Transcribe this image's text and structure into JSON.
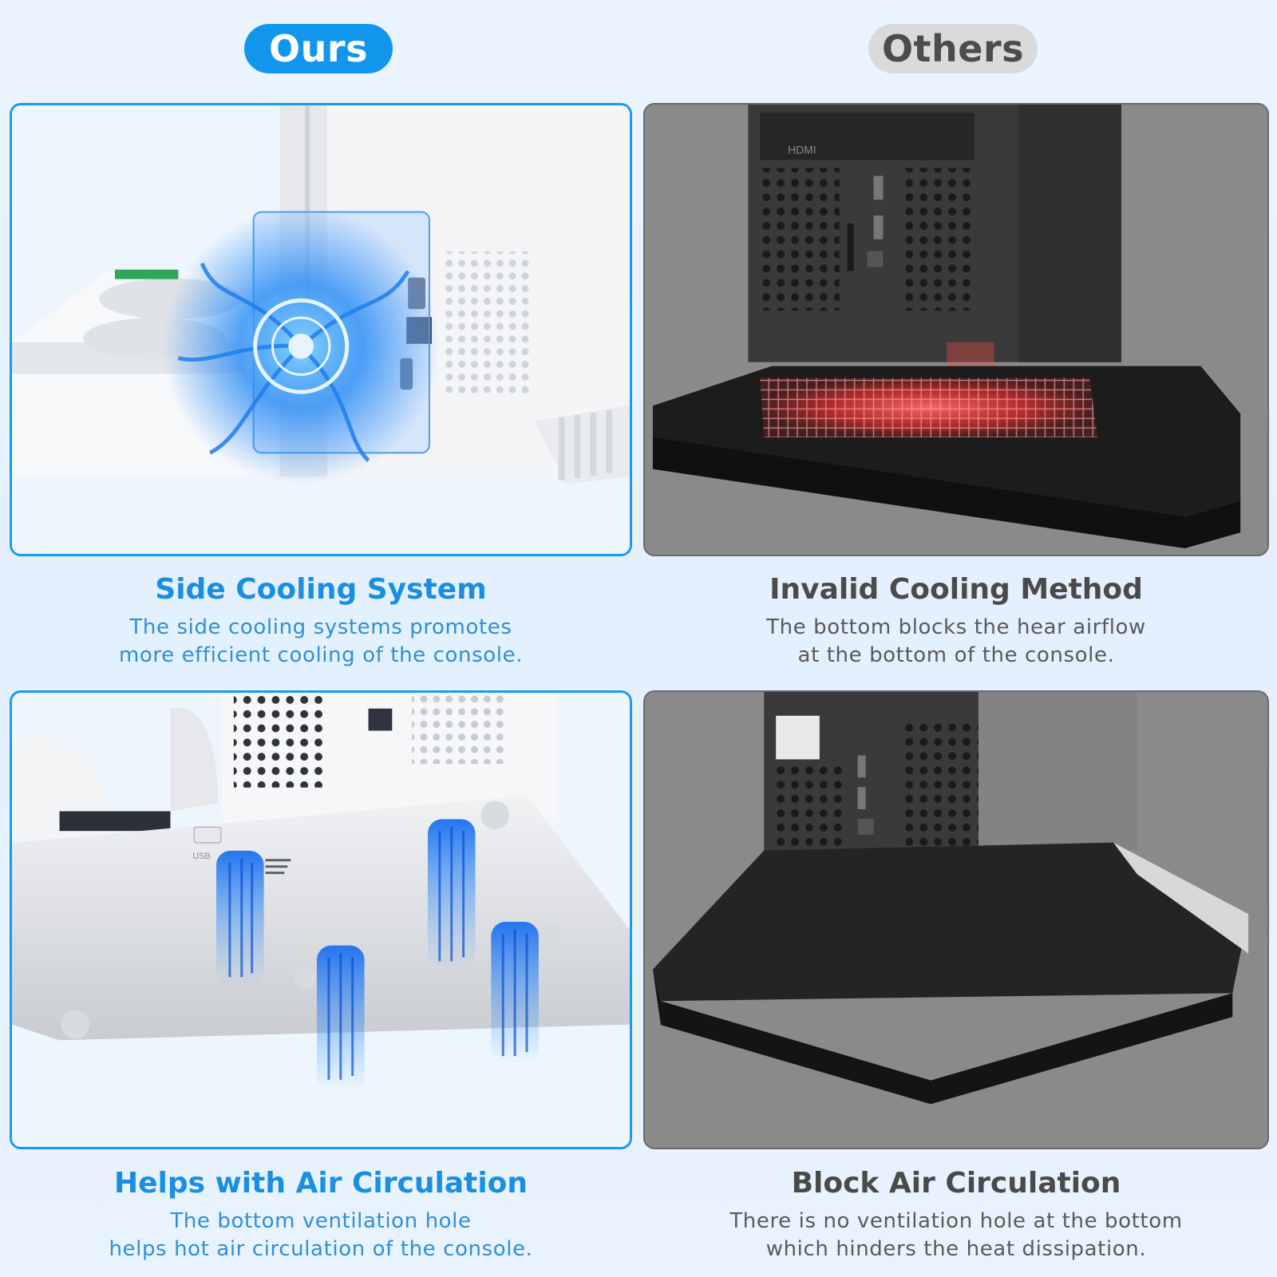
{
  "badges": {
    "ours": "Ours",
    "others": "Others"
  },
  "colors": {
    "accent_blue": "#1196ee",
    "badge_gray": "#d9dadc",
    "panel_gray": "#888888",
    "heat_red": "#ff3030"
  },
  "icons": {
    "fan": "blue-fan-icon",
    "heat": "red-heat-glow",
    "airflow": "blue-airflow-streams"
  },
  "ours_top": {
    "title": "Side Cooling System",
    "desc_line1": "The side cooling systems promotes",
    "desc_line2": "more efficient cooling of the console."
  },
  "others_top": {
    "title": "Invalid Cooling Method",
    "desc_line1": "The bottom blocks the hear airflow",
    "desc_line2": "at the bottom of the console."
  },
  "ours_bottom": {
    "title": "Helps with Air Circulation",
    "desc_line1": "The bottom ventilation hole",
    "desc_line2": "helps hot air circulation of the console."
  },
  "others_bottom": {
    "title": "Block Air Circulation",
    "desc_line1": "There is no ventilation hole at the bottom",
    "desc_line2": "which hinders the heat dissipation."
  },
  "labels": {
    "hdmi": "HDMI",
    "usb": "USB"
  }
}
